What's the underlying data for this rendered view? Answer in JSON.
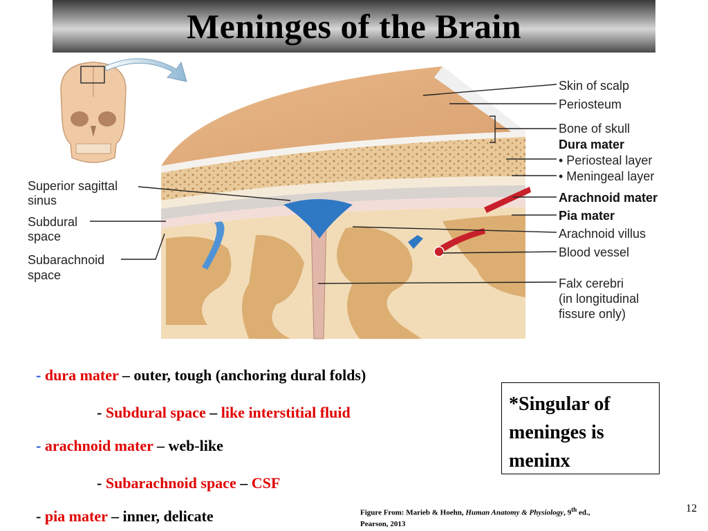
{
  "title": "Meninges of the Brain",
  "figure": {
    "labels": {
      "skin_of_scalp": "Skin of scalp",
      "periosteum": "Periosteum",
      "bone_of_skull": "Bone of skull",
      "dura_mater": "Dura mater",
      "periosteal_layer": "• Periosteal layer",
      "meningeal_layer": "• Meningeal layer",
      "arachnoid_mater": "Arachnoid mater",
      "pia_mater": "Pia mater",
      "arachnoid_villus": "Arachnoid villus",
      "blood_vessel": "Blood vessel",
      "falx_cerebri_1": "Falx cerebri",
      "falx_cerebri_2": "(in longitudinal",
      "falx_cerebri_3": "fissure only)",
      "superior_sagittal_1": "Superior sagittal",
      "superior_sagittal_2": "sinus",
      "subdural_1": "Subdural",
      "subdural_2": "space",
      "subarachnoid_1": "Subarachnoid",
      "subarachnoid_2": "space"
    }
  },
  "bullets": {
    "b1": {
      "dash": "- ",
      "term": "dura mater",
      "rest": " – outer, tough (anchoring dural folds)"
    },
    "b2": {
      "dash": "- ",
      "term": "Subdural space",
      "sep": " – ",
      "desc": "like interstitial fluid"
    },
    "b3": {
      "dash": "- ",
      "term": "arachnoid mater",
      "rest": " – web-like"
    },
    "b4": {
      "dash": "- ",
      "term": "Subarachnoid space",
      "sep": " – ",
      "desc": "CSF"
    },
    "b5": {
      "dash": "- ",
      "term": "pia mater",
      "rest": " – inner, delicate"
    }
  },
  "note": {
    "line1": "*Singular of",
    "line2": "meninges is",
    "line3": "meninx"
  },
  "citation": {
    "prefix": "Figure From: Marieb & Hoehn, ",
    "book": "Human Anatomy & Physiology",
    "edition_pre": ", 9",
    "edition_sup": "th",
    "edition_post": " ed.,",
    "line2": "Pearson, 2013"
  },
  "page_number": "12",
  "colors": {
    "accent_red": "#e00000",
    "accent_blue": "#1a4fd6",
    "csf_blue": "#2f78c4",
    "blood_red": "#c8202a"
  }
}
